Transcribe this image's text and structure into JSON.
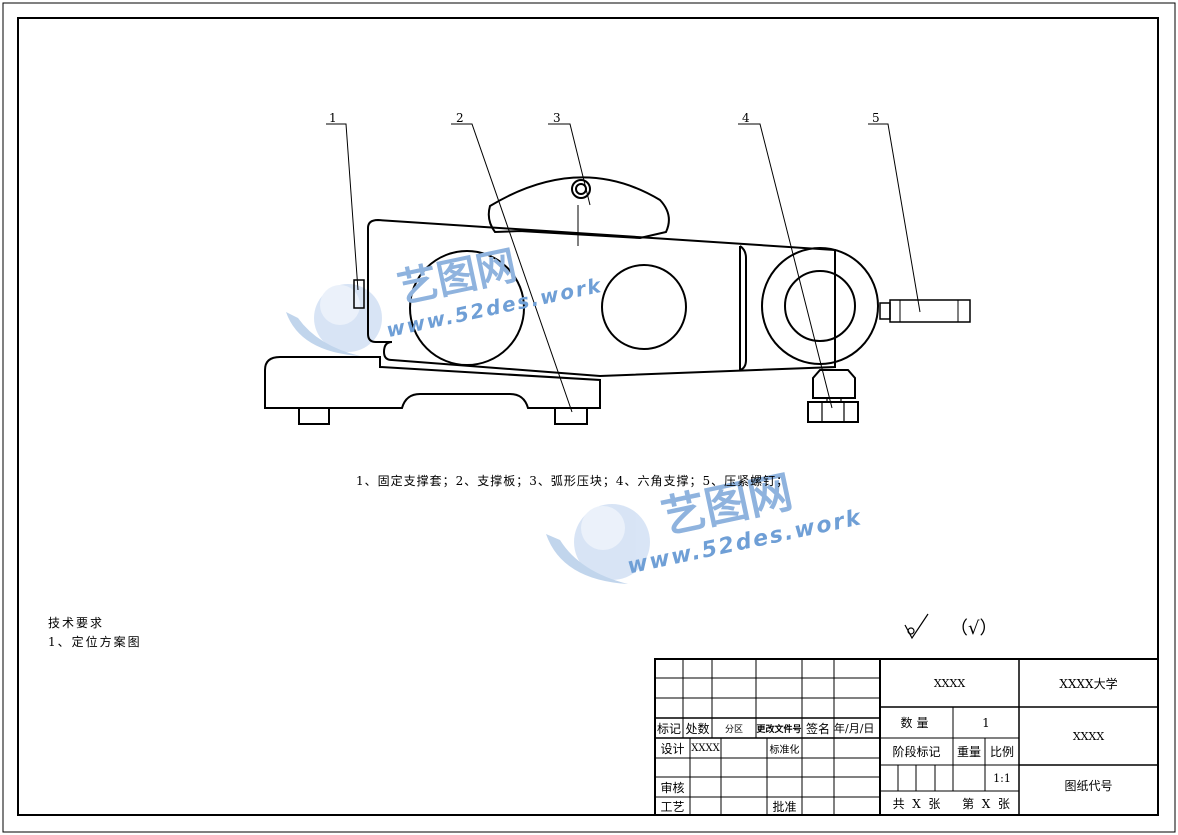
{
  "balloons": [
    "1",
    "2",
    "3",
    "4",
    "5"
  ],
  "caption": "1、固定支撑套；2、支撑板；3、弧形压块；4、六角支撑；5、压紧螺钉；",
  "tech_requirements": {
    "title": "技术要求",
    "item1": "1、定位方案图"
  },
  "roughness": {
    "symbol": "√",
    "paren": "（√）"
  },
  "title_block": {
    "col_labels": {
      "mark": "标记",
      "count": "处数",
      "zone": "分区",
      "change_doc": "更改文件号",
      "sign": "签名",
      "date": "年/月/日"
    },
    "design_label": "设计",
    "designer": "XXXX",
    "standardization": "标准化",
    "review": "审核",
    "process": "工艺",
    "approve": "批准",
    "part_name": "XXXX",
    "university": "XXXX大学",
    "quantity_label": "数量",
    "quantity_value": "1",
    "stage_mark": "阶段标记",
    "weight": "重量",
    "scale_label": "比例",
    "scale_value": "1:1",
    "drawing_title": "XXXX",
    "drawing_code": "图纸代号",
    "sheets_total": "共  X  张",
    "sheet_num": "第  X  张"
  },
  "watermark": {
    "brand": "艺图网",
    "url": "www.52des.work"
  }
}
